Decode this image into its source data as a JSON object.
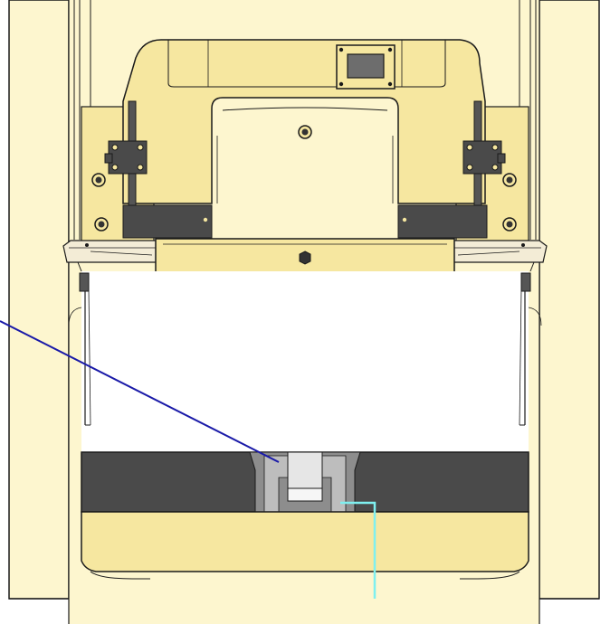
{
  "drawing": {
    "subject": "press-machine-front-view",
    "colors": {
      "frame": "#fdf6cf",
      "body": "#f6e7a0",
      "outline": "#1a1a1a",
      "dark_block": "#4a4a4a",
      "die_gray": "#8d8d8d",
      "die_light": "#bdbdbd",
      "die_white": "#eeeeee",
      "leader_blue": "#1a1aa8",
      "leader_cyan": "#7ff0f0",
      "window": "#6d6d6d"
    },
    "leaders": [
      {
        "name": "leader-line-navy",
        "color": "#1a1aa8"
      },
      {
        "name": "leader-line-cyan",
        "color": "#7ff0f0"
      }
    ]
  }
}
